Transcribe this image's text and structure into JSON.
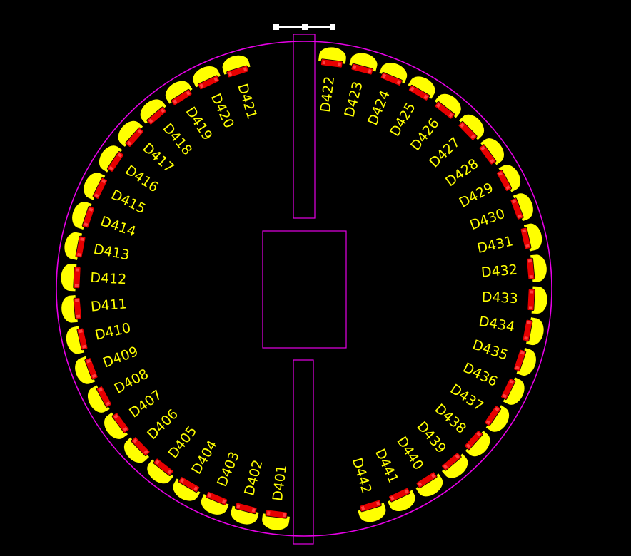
{
  "colors": {
    "background": "#000000",
    "outline": "#e600e6",
    "pad": "#ffff00",
    "component": "#e60000",
    "label": "#ffff00",
    "measure": "#ffffff"
  },
  "labels_left": [
    "D401",
    "D402",
    "D403",
    "D404",
    "D405",
    "D406",
    "D407",
    "D408",
    "D409",
    "D410",
    "D411",
    "D412",
    "D413",
    "D414",
    "D415",
    "D416",
    "D417",
    "D418",
    "D419",
    "D420",
    "D421"
  ],
  "labels_right": [
    "D422",
    "D423",
    "D424",
    "D425",
    "D426",
    "D427",
    "D428",
    "D429",
    "D430",
    "D431",
    "D432",
    "D433",
    "D434",
    "D435",
    "D436",
    "D437",
    "D438",
    "D439",
    "D440",
    "D441",
    "D442"
  ]
}
